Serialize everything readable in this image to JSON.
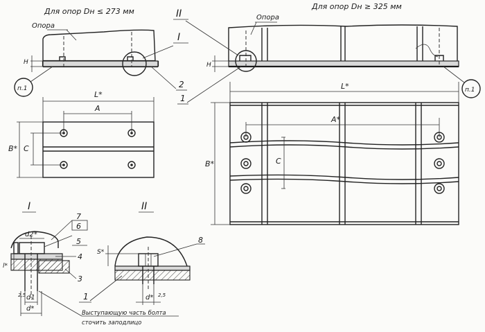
{
  "captions": {
    "left_title": "Для  опор Dн ≤ 273 мм",
    "right_title": "Для  опор Dн ≥ 325 мм"
  },
  "labels": {
    "opora_left": "Опора",
    "opora_right": "Опора",
    "h_left": "H",
    "h_right": "H",
    "p1_left": "п.1",
    "p1_right": "п.1",
    "L_left": "L*",
    "L_right": "L*",
    "A_left": "A",
    "A_right": "A*",
    "B_left": "B*",
    "B_right": "B*",
    "C_left": "C",
    "C_right": "C",
    "roman_I_top": "I",
    "roman_II_top": "II",
    "roman_I_detail": "I",
    "roman_II_detail": "II",
    "num_1_top": "1",
    "num_2_top": "2",
    "num_1_detail": "1",
    "num_3": "3",
    "num_4": "4",
    "num_5": "5",
    "num_6": "6",
    "num_7": "7",
    "num_8": "8",
    "d2": "d2*",
    "d1": "d1",
    "d_left": "d*",
    "d_right": "d*",
    "l_dim": "l*",
    "s_dim": "S*",
    "gap_1": "2,5",
    "gap_2": "2,5",
    "note_line1": "Выступающую часть болта",
    "note_line2": "сточить заподлицо"
  },
  "colors": {
    "ink": "#1a1a1a",
    "paper": "#fbfbf9",
    "plate_fill": "#d9d9d9"
  }
}
